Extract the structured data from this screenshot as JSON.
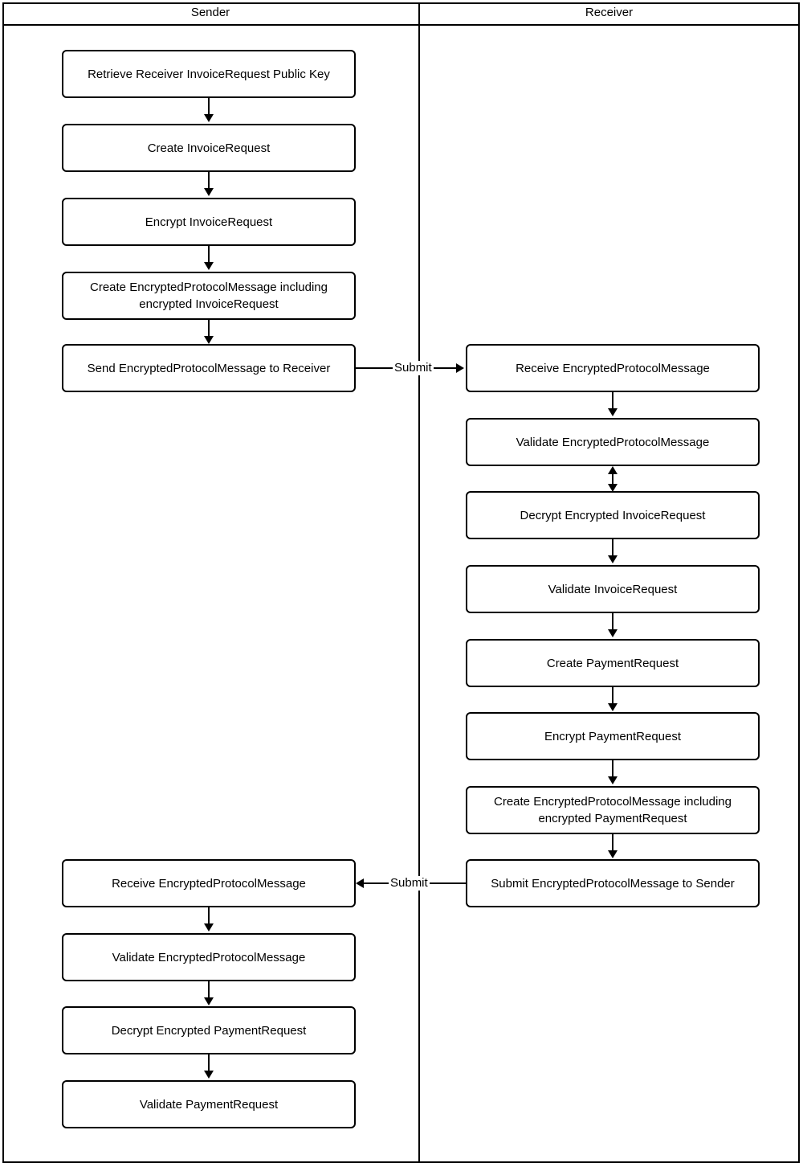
{
  "diagram": {
    "type": "swimlane-flowchart",
    "title_present": false,
    "colors": {
      "stroke": "#000000",
      "fill": "#ffffff",
      "text": "#000000"
    },
    "lanes": [
      {
        "id": "sender",
        "label": "Sender"
      },
      {
        "id": "receiver",
        "label": "Receiver"
      }
    ],
    "nodes": [
      {
        "id": "n1",
        "lane": "sender",
        "label": "Retrieve Receiver InvoiceRequest Public Key"
      },
      {
        "id": "n2",
        "lane": "sender",
        "label": "Create InvoiceRequest"
      },
      {
        "id": "n3",
        "lane": "sender",
        "label": "Encrypt InvoiceRequest"
      },
      {
        "id": "n4",
        "lane": "sender",
        "label": "Create EncryptedProtocolMessage including encrypted InvoiceRequest"
      },
      {
        "id": "n5",
        "lane": "sender",
        "label": "Send EncryptedProtocolMessage to Receiver"
      },
      {
        "id": "n6",
        "lane": "receiver",
        "label": "Receive EncryptedProtocolMessage"
      },
      {
        "id": "n7",
        "lane": "receiver",
        "label": "Validate EncryptedProtocolMessage"
      },
      {
        "id": "n8",
        "lane": "receiver",
        "label": "Decrypt Encrypted InvoiceRequest"
      },
      {
        "id": "n9",
        "lane": "receiver",
        "label": "Validate InvoiceRequest"
      },
      {
        "id": "n10",
        "lane": "receiver",
        "label": "Create PaymentRequest"
      },
      {
        "id": "n11",
        "lane": "receiver",
        "label": "Encrypt PaymentRequest"
      },
      {
        "id": "n12",
        "lane": "receiver",
        "label": "Create EncryptedProtocolMessage including encrypted PaymentRequest"
      },
      {
        "id": "n13",
        "lane": "receiver",
        "label": "Submit EncryptedProtocolMessage to Sender"
      },
      {
        "id": "n14",
        "lane": "sender",
        "label": "Receive EncryptedProtocolMessage"
      },
      {
        "id": "n15",
        "lane": "sender",
        "label": "Validate EncryptedProtocolMessage"
      },
      {
        "id": "n16",
        "lane": "sender",
        "label": "Decrypt Encrypted PaymentRequest"
      },
      {
        "id": "n17",
        "lane": "sender",
        "label": "Validate PaymentRequest"
      }
    ],
    "edges": [
      {
        "from": "n1",
        "to": "n2",
        "label": "",
        "direction": "down"
      },
      {
        "from": "n2",
        "to": "n3",
        "label": "",
        "direction": "down"
      },
      {
        "from": "n3",
        "to": "n4",
        "label": "",
        "direction": "down"
      },
      {
        "from": "n4",
        "to": "n5",
        "label": "",
        "direction": "down"
      },
      {
        "from": "n5",
        "to": "n6",
        "label": "Submit",
        "direction": "right"
      },
      {
        "from": "n6",
        "to": "n7",
        "label": "",
        "direction": "down"
      },
      {
        "from": "n7",
        "to": "n8",
        "label": "",
        "direction": "both"
      },
      {
        "from": "n8",
        "to": "n9",
        "label": "",
        "direction": "down"
      },
      {
        "from": "n9",
        "to": "n10",
        "label": "",
        "direction": "down"
      },
      {
        "from": "n10",
        "to": "n11",
        "label": "",
        "direction": "down"
      },
      {
        "from": "n11",
        "to": "n12",
        "label": "",
        "direction": "down"
      },
      {
        "from": "n12",
        "to": "n13",
        "label": "",
        "direction": "down"
      },
      {
        "from": "n13",
        "to": "n14",
        "label": "Submit",
        "direction": "left"
      },
      {
        "from": "n14",
        "to": "n15",
        "label": "",
        "direction": "down"
      },
      {
        "from": "n15",
        "to": "n16",
        "label": "",
        "direction": "down"
      },
      {
        "from": "n16",
        "to": "n17",
        "label": "",
        "direction": "down"
      }
    ],
    "edge_labels": {
      "submit_to_receiver": "Submit",
      "submit_to_sender": "Submit"
    }
  }
}
